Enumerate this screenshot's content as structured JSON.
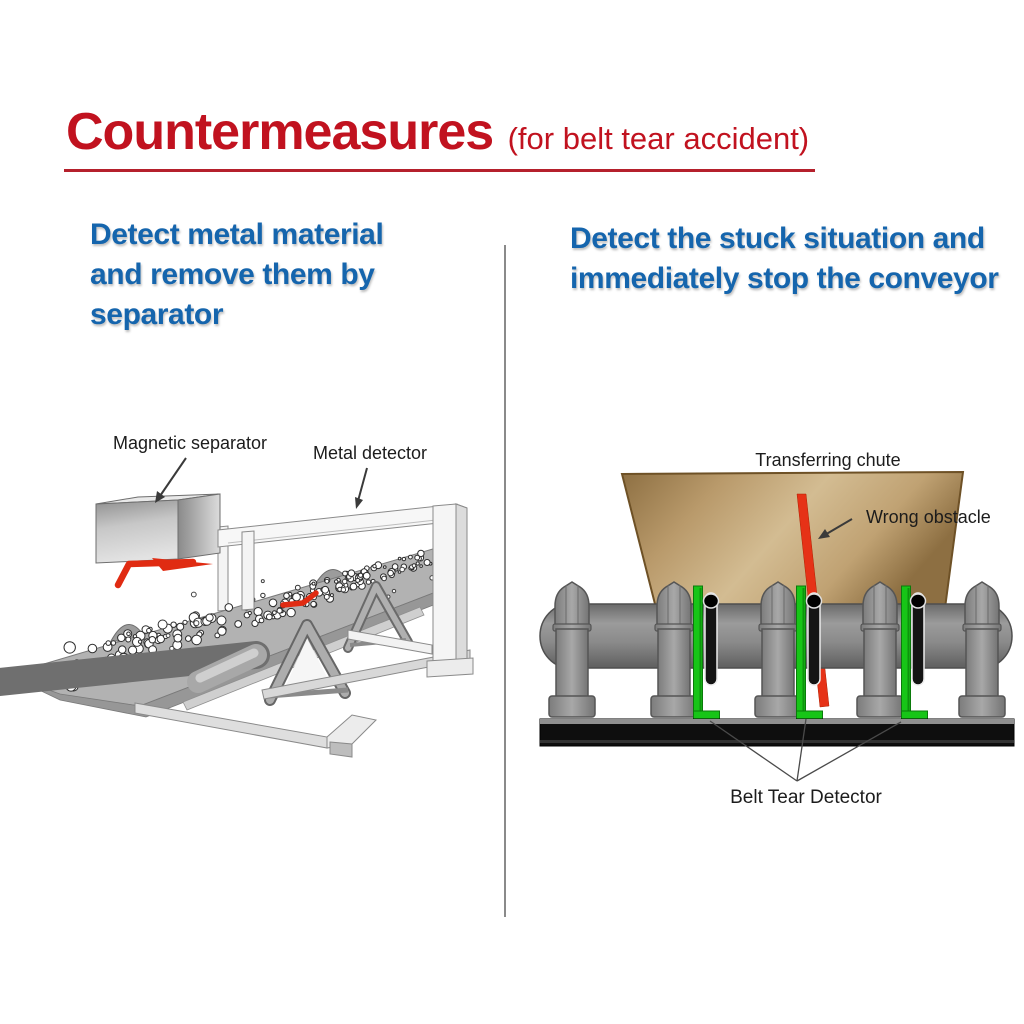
{
  "slide": {
    "title": "Countermeasures",
    "title_suffix": "(for belt tear accident)"
  },
  "left_panel": {
    "heading_lines": [
      "Detect metal material",
      "and remove them by",
      "separator"
    ],
    "labels": {
      "magnetic_separator": "Magnetic separator",
      "metal_detector": "Metal detector"
    }
  },
  "right_panel": {
    "heading_lines": [
      "Detect the stuck situation and",
      "immediately stop the conveyor"
    ],
    "labels": {
      "transferring_chute": "Transferring chute",
      "wrong_obstacle": "Wrong obstacle",
      "belt_tear_detector": "Belt Tear Detector"
    }
  },
  "colors": {
    "title_red": "#c1121f",
    "heading_blue": "#1565ad",
    "label_dark": "#1c1c1c",
    "detector_green": "#17c517",
    "alert_red": "#e63217",
    "chute_brown": "#b3935f",
    "machine_gray": "#8f8f8f",
    "divider_gray": "#8a8a8a"
  }
}
